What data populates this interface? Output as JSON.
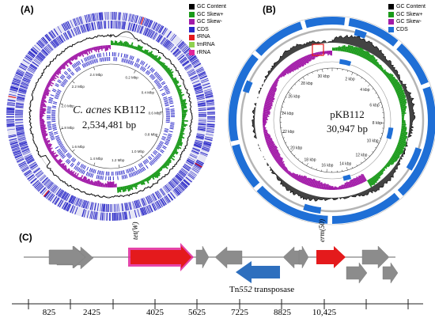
{
  "panel_a": {
    "label": "(A)",
    "organism": "C. acnes",
    "strain": "KB112",
    "size": "2,534,481 bp",
    "legend": [
      {
        "label": "GC Content",
        "color": "#000000"
      },
      {
        "label": "GC Skew+",
        "color": "#1a9a1a"
      },
      {
        "label": "GC Skew-",
        "color": "#a21aa8"
      },
      {
        "label": "CDS",
        "color": "#2a28c8"
      },
      {
        "label": "tRNA",
        "color": "#e41a1c"
      },
      {
        "label": "tmRNA",
        "color": "#8fd14f"
      },
      {
        "label": "rRNA",
        "color": "#e0249a"
      }
    ],
    "ticks": [
      "0.2 Mbp",
      "0.4 Mbp",
      "0.6 Mbp",
      "0.8 Mbp",
      "1.0 Mbp",
      "1.2 Mbp",
      "1.4 Mbp",
      "1.6 Mbp",
      "1.8 Mbp",
      "2.0 Mbp",
      "2.2 Mbp",
      "2.4 Mbp"
    ]
  },
  "panel_b": {
    "label": "(B)",
    "name": "pKB112",
    "size": "30,947 bp",
    "legend": [
      {
        "label": "GC Content",
        "color": "#000000"
      },
      {
        "label": "GC Skew+",
        "color": "#1a9a1a"
      },
      {
        "label": "GC Skew-",
        "color": "#a21aa8"
      },
      {
        "label": "CDS",
        "color": "#1f6fd6"
      }
    ],
    "ticks": [
      "2 kbp",
      "4 kbp",
      "6 kbp",
      "8 kbp",
      "10 kbp",
      "12 kbp",
      "14 kbp",
      "16 kbp",
      "18 kbp",
      "20 kbp",
      "22 kbp",
      "24 kbp",
      "26 kbp",
      "28 kbp",
      "30 kbp"
    ]
  },
  "panel_c": {
    "label": "(C)",
    "gene_labels": [
      "tet(W)",
      "erm(50)"
    ],
    "transposase_label_prefix": "Tn",
    "transposase_label_number": "552",
    "transposase_label_suffix": " transposase",
    "scale_labels": [
      "825",
      "2425",
      "4025",
      "5625",
      "7225",
      "8825",
      "10,425"
    ],
    "colors": {
      "gray_gene": "#8c8c8c",
      "resistance_gene": "#e41a1c",
      "transposase": "#2e6fbe"
    }
  }
}
